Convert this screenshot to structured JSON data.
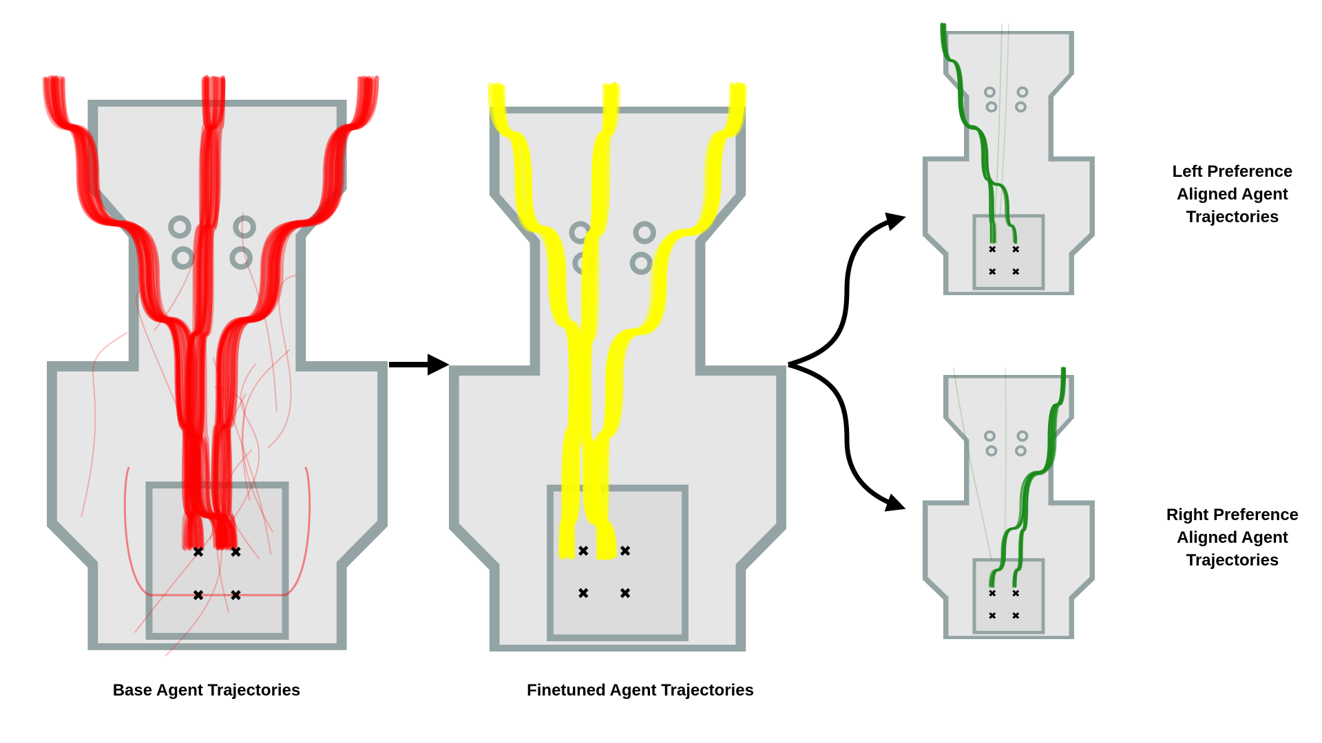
{
  "colors": {
    "map_wall": "#94a4a4",
    "map_floor": "#e6e6e6",
    "map_floor_alt": "#dedede",
    "base": "#ff0000",
    "finetuned": "#ffff00",
    "aligned": "#1a8a1a",
    "marker": "#000000",
    "arrow": "#000000"
  },
  "captions": {
    "base": "Base Agent Trajectories",
    "finetuned": "Finetuned Agent Trajectories",
    "left_pref": [
      "Left Preference",
      "Aligned Agent",
      "Trajectories"
    ],
    "right_pref": [
      "Right Preference",
      "Aligned Agent",
      "Trajectories"
    ]
  },
  "panels": [
    {
      "name": "base-panel",
      "trajectory_color": "base",
      "pattern": "three-lane",
      "markers": 4
    },
    {
      "name": "finetuned-panel",
      "trajectory_color": "finetuned",
      "pattern": "three-lane",
      "markers": 4
    },
    {
      "name": "left-preference-panel",
      "trajectory_color": "aligned",
      "pattern": "left-lane",
      "markers": 4
    },
    {
      "name": "right-preference-panel",
      "trajectory_color": "aligned",
      "pattern": "right-lane",
      "markers": 4
    }
  ]
}
